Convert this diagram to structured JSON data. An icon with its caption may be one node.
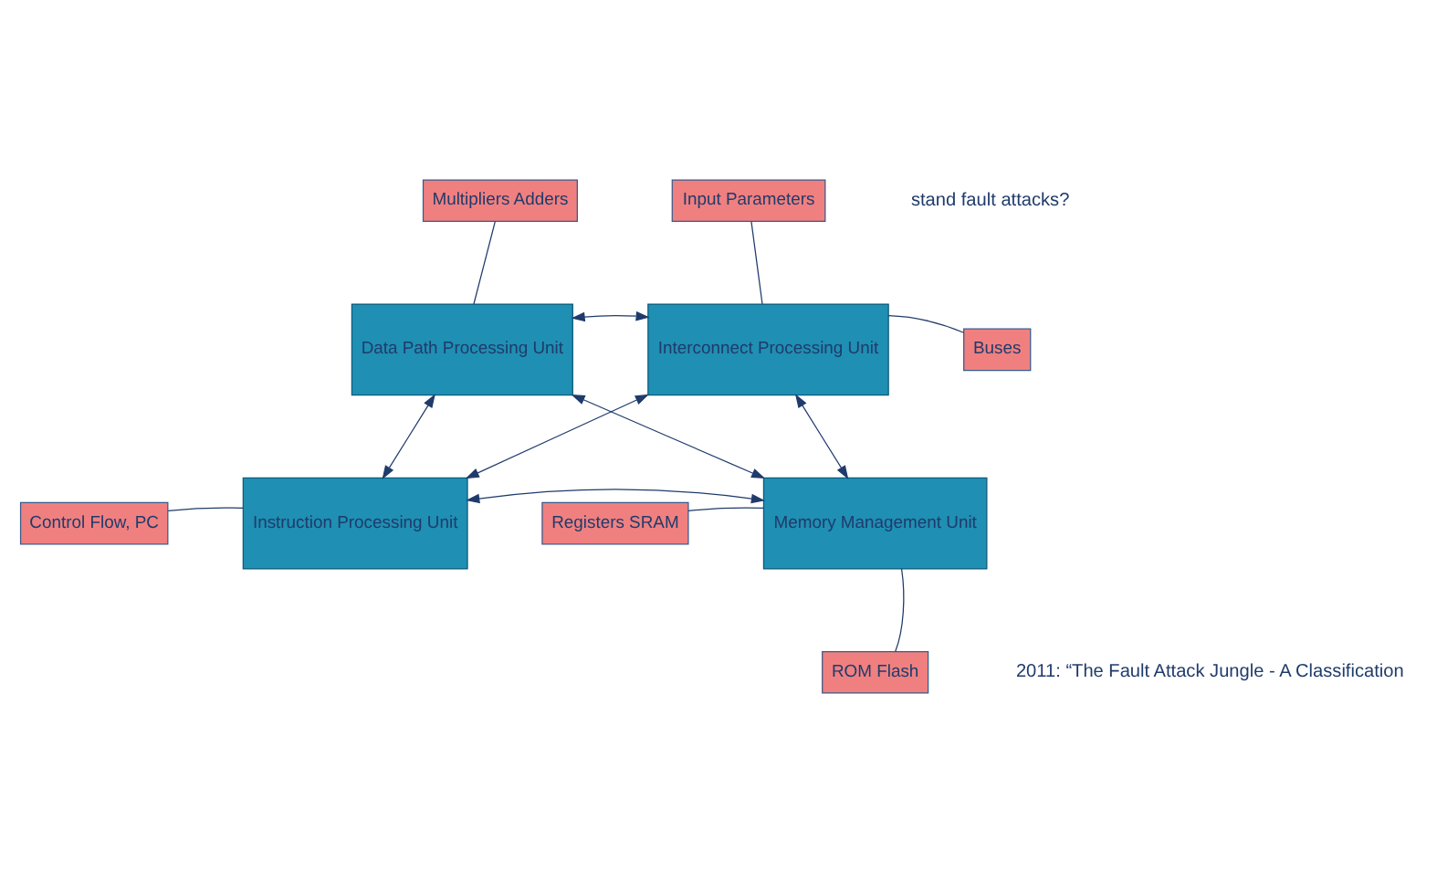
{
  "diagram": {
    "nodes": [
      {
        "text": [
          "Data Path Processing Unit"
        ]
      },
      {
        "text": [
          "Interconnect Processing Unit"
        ]
      },
      {
        "text": [
          "Instruction Processing Unit"
        ]
      },
      {
        "text": [
          "Memory Management Unit"
        ]
      },
      {
        "text": [
          "Multipliers Adders"
        ]
      },
      {
        "text": [
          "Input Parameters"
        ]
      },
      {
        "text": [
          "Buses"
        ]
      },
      {
        "text": [
          "Control Flow, PC"
        ]
      },
      {
        "text": [
          "Registers SRAM"
        ]
      },
      {
        "text": [
          "ROM Flash"
        ]
      }
    ],
    "edges": [
      {
        "from": 0,
        "to": 1,
        "arrow": "both"
      },
      {
        "from": 0,
        "to": 2,
        "arrow": "both"
      },
      {
        "from": 1,
        "to": 3,
        "arrow": "both"
      },
      {
        "from": 0,
        "to": 3,
        "arrow": "both"
      },
      {
        "from": 1,
        "to": 2,
        "arrow": "both"
      },
      {
        "from": 2,
        "to": 3,
        "arrow": "both"
      },
      {
        "from": 4,
        "to": 0,
        "arrow": "none"
      },
      {
        "from": 5,
        "to": 1,
        "arrow": "none"
      },
      {
        "from": 6,
        "to": 1,
        "arrow": "none"
      },
      {
        "from": 7,
        "to": 2,
        "arrow": "none"
      },
      {
        "from": 8,
        "to": 3,
        "arrow": "none"
      },
      {
        "from": 9,
        "to": 3,
        "arrow": "none"
      }
    ],
    "labels": [
      "stand fault attacks?",
      "2011: “The Fault Attack Jungle - A Classification"
    ]
  }
}
